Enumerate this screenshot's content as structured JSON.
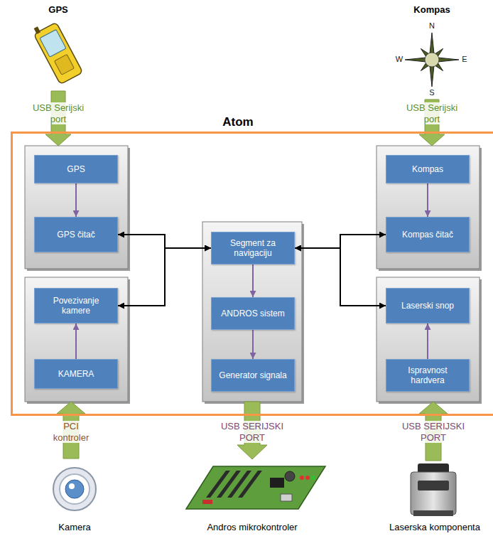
{
  "diagram": {
    "nodes": [
      {
        "text": [
          "Atom"
        ]
      },
      {
        "text": [
          "GPS"
        ],
        "in": 0
      },
      {
        "text": [
          "GPS čitač"
        ],
        "in": 0
      },
      {
        "text": [
          "Povezivanje kamere"
        ],
        "in": 0
      },
      {
        "text": [
          "KAMERA"
        ],
        "in": 0
      },
      {
        "text": [
          "Segment za navigaciju"
        ],
        "in": 0
      },
      {
        "text": [
          "ANDROS sistem"
        ],
        "in": 0
      },
      {
        "text": [
          "Generator signala"
        ],
        "in": 0
      },
      {
        "text": [
          "Kompas"
        ],
        "in": 0
      },
      {
        "text": [
          "Kompas čitač"
        ],
        "in": 0
      },
      {
        "text": [
          "Laserski snop"
        ],
        "in": 0
      },
      {
        "text": [
          "Ispravnost hardvera"
        ],
        "in": 0
      }
    ],
    "edges": [
      {
        "from": 1,
        "to": 2,
        "arrow": "to"
      },
      {
        "from": 4,
        "to": 3,
        "arrow": "to"
      },
      {
        "from": 5,
        "to": 6,
        "arrow": "to"
      },
      {
        "from": 6,
        "to": 7,
        "arrow": "to"
      },
      {
        "from": 8,
        "to": 9,
        "arrow": "to"
      },
      {
        "from": 11,
        "to": 10,
        "arrow": "to"
      },
      {
        "from": 5,
        "to": 2,
        "arrow": "both"
      },
      {
        "from": 5,
        "to": 3,
        "arrow": "both"
      },
      {
        "from": 5,
        "to": 9,
        "arrow": "both"
      },
      {
        "from": 5,
        "to": 10,
        "arrow": "both"
      }
    ],
    "labels": [
      "GPS",
      "Kompas",
      "N",
      "W",
      "E",
      "S",
      "USB Serijski port",
      "USB Serijski port",
      "PCI kontroler",
      "USB SERIJSKI PORT",
      "USB SERIJSKI PORT",
      "Kamera",
      "Andros mikrokontroler",
      "Laserska komponenta"
    ]
  }
}
